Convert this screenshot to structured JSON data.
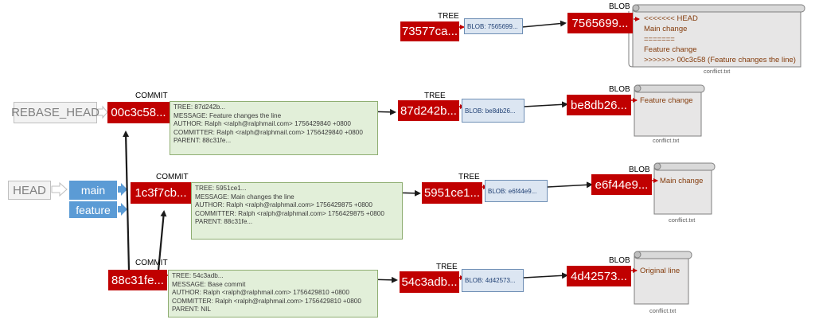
{
  "titles": {
    "commit": "COMMIT",
    "tree": "TREE",
    "blob": "BLOB"
  },
  "refs": {
    "rebase_head": "REBASE_HEAD",
    "head": "HEAD"
  },
  "branches": {
    "main": "main",
    "feature": "feature"
  },
  "commits": {
    "c1": {
      "hash": "00c3c58...",
      "lines": [
        "TREE: 87d242b...",
        "MESSAGE: Feature changes the line",
        "AUTHOR: Ralph <ralph@ralphmail.com> 1756429840 +0800",
        "COMMITTER: Ralph <ralph@ralphmail.com> 1756429840 +0800",
        "PARENT: 88c31fe..."
      ]
    },
    "c2": {
      "hash": "1c3f7cb...",
      "lines": [
        "TREE: 5951ce1...",
        "MESSAGE: Main changes the line",
        "AUTHOR: Ralph <ralph@ralphmail.com> 1756429875 +0800",
        "COMMITTER: Ralph <ralph@ralphmail.com> 1756429875 +0800",
        "PARENT: 88c31fe..."
      ]
    },
    "c3": {
      "hash": "88c31fe...",
      "lines": [
        "TREE: 54c3adb...",
        "MESSAGE: Base commit",
        "AUTHOR: Ralph <ralph@ralphmail.com> 1756429810 +0800",
        "COMMITTER: Ralph <ralph@ralphmail.com> 1756429810 +0800",
        "PARENT: NIL"
      ]
    }
  },
  "trees": {
    "t0": {
      "hash": "73577ca...",
      "entry": "BLOB: 7565699..."
    },
    "t1": {
      "hash": "87d242b...",
      "entry": "BLOB: be8db26..."
    },
    "t2": {
      "hash": "5951ce1...",
      "entry": "BLOB: e6f44e9..."
    },
    "t3": {
      "hash": "54c3adb...",
      "entry": "BLOB: 4d42573..."
    }
  },
  "blobs": {
    "b0": {
      "hash": "7565699...",
      "content": [
        "<<<<<<< HEAD",
        "Main change",
        "=======",
        "Feature change",
        ">>>>>>> 00c3c58 (Feature changes the line)"
      ],
      "filename": "conflict.txt"
    },
    "b1": {
      "hash": "be8db26...",
      "content": [
        "Feature change"
      ],
      "filename": "conflict.txt"
    },
    "b2": {
      "hash": "e6f44e9...",
      "content": [
        "Main change"
      ],
      "filename": "conflict.txt"
    },
    "b3": {
      "hash": "4d42573...",
      "content": [
        "Original line"
      ],
      "filename": "conflict.txt"
    }
  }
}
